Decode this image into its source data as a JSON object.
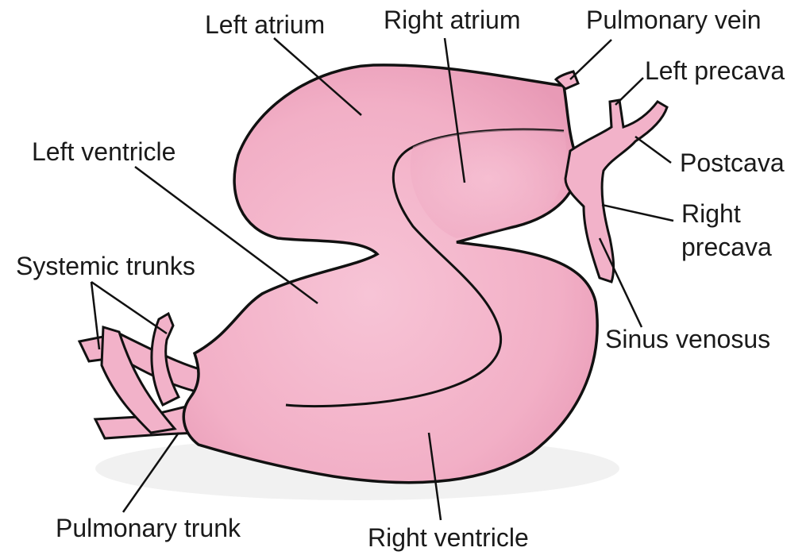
{
  "labels": {
    "left_atrium": "Left atrium",
    "right_atrium": "Right atrium",
    "pulmonary_vein": "Pulmonary vein",
    "left_precava": "Left precava",
    "left_ventricle": "Left ventricle",
    "postcava": "Postcava",
    "right_precava_line1": "Right",
    "right_precava_line2": "precava",
    "systemic_trunks": "Systemic trunks",
    "sinus_venosus": "Sinus venosus",
    "pulmonary_trunk": "Pulmonary trunk",
    "right_ventricle": "Right ventricle"
  },
  "colors": {
    "tissue": "#f4b6cc",
    "tissue_shade": "#e595b3",
    "outline": "#111111"
  }
}
